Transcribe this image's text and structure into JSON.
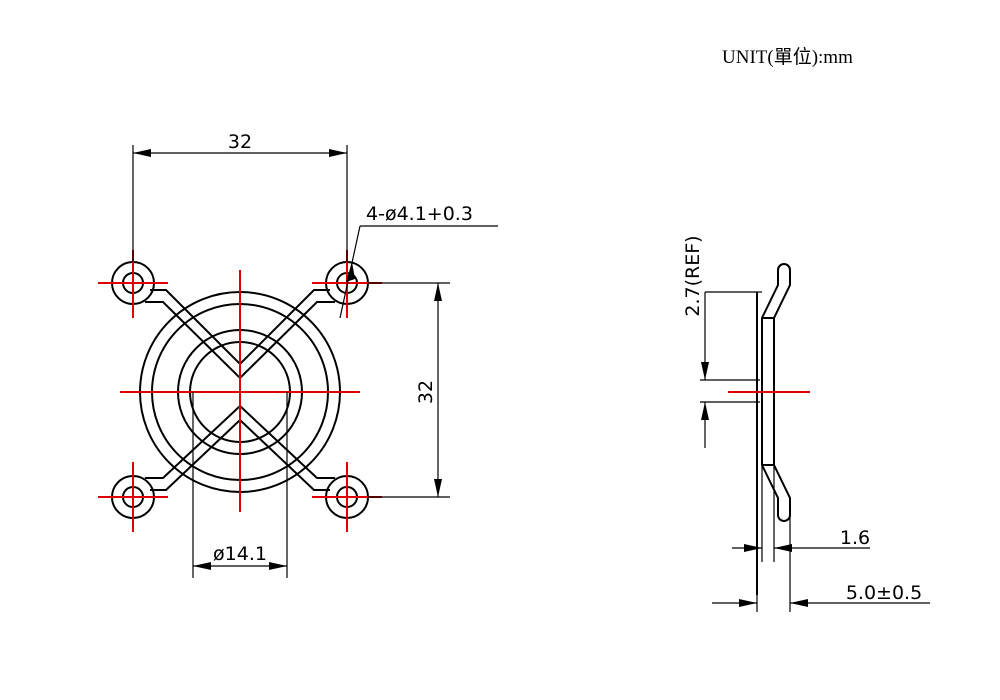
{
  "unit_label": "UNIT(單位):mm",
  "front_view": {
    "hole_spacing_horizontal": "32",
    "hole_spacing_vertical": "32",
    "mounting_hole_callout": "4-ø4.1+0.3",
    "center_opening_diameter": "ø14.1"
  },
  "side_view": {
    "offset_reference": "2.7(REF)",
    "wire_diameter": "1.6",
    "overall_depth": "5.0±0.5"
  },
  "colors": {
    "outline": "#000000",
    "centerline": "#e00000",
    "background": "#ffffff"
  }
}
